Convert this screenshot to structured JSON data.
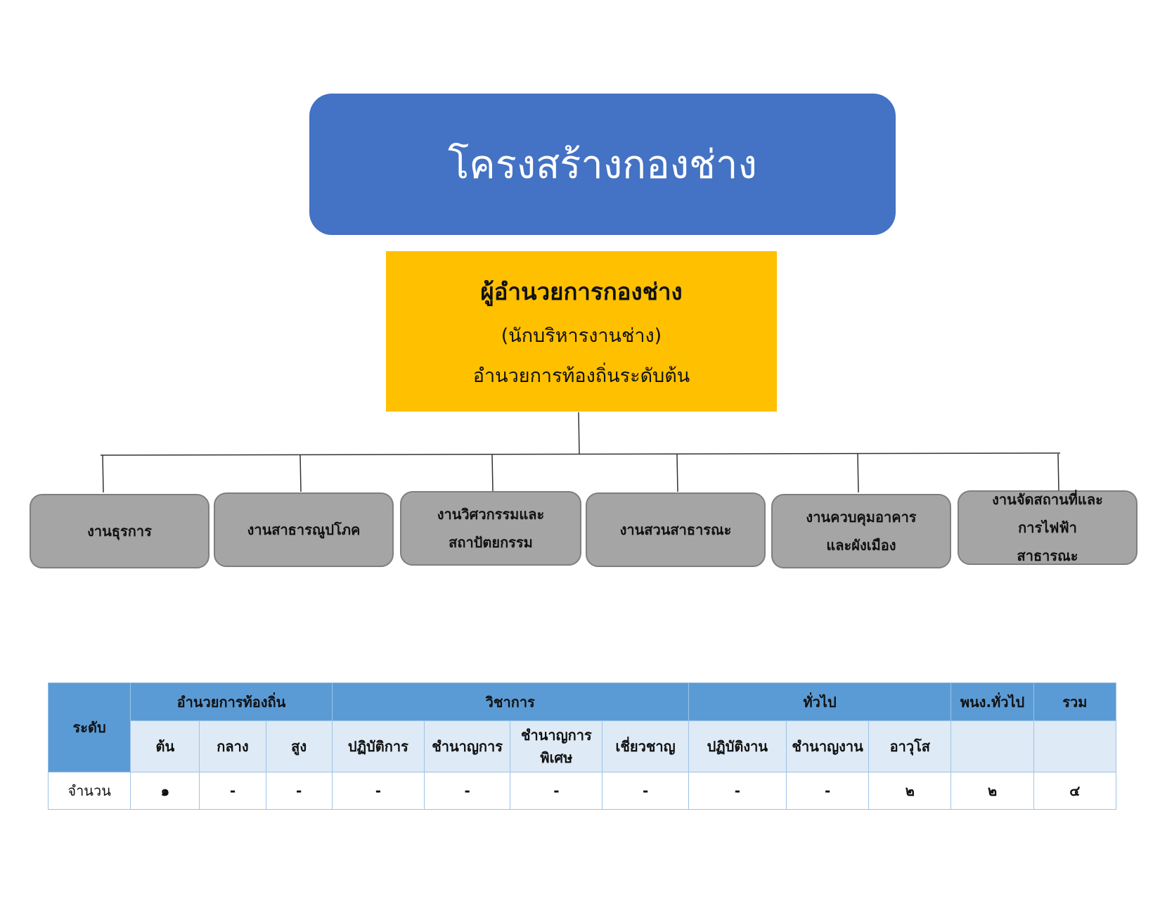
{
  "title": "โครงสร้างกองช่าง",
  "head": {
    "position": "ผู้อำนวยการกองช่าง",
    "line_title": "(นักบริหารงานช่าง)",
    "level": "อำนวยการท้องถิ่นระดับต้น"
  },
  "units": [
    "งานธุรการ",
    "งานสาธารณูปโภค",
    "งานวิศวกรรมและสถาปัตยกรรม",
    "งานสวนสาธารณะ",
    "งานควบคุมอาคารและผังเมือง",
    "งานจัดสถานที่และการไฟฟ้าสาธารณะ"
  ],
  "table": {
    "corner": "ระดับ",
    "groups": {
      "admin": "อำนวยการท้องถิ่น",
      "academic": "วิชาการ",
      "general": "ทั่วไป",
      "employee": "พนง.ทั่วไป",
      "total": "รวม"
    },
    "sub": {
      "admin_low": "ต้น",
      "admin_mid": "กลาง",
      "admin_high": "สูง",
      "acad_1": "ปฏิบัติการ",
      "acad_2": "ชำนาญการ",
      "acad_3": "ชำนาญการพิเศษ",
      "acad_4": "เชี่ยวชาญ",
      "gen_1": "ปฏิบัติงาน",
      "gen_2": "ชำนาญงาน",
      "gen_3": "อาวุโส"
    },
    "row_label": "จำนวน",
    "values": [
      "๑",
      "-",
      "-",
      "-",
      "-",
      "-",
      "-",
      "-",
      "-",
      "๒",
      "๒",
      "๔"
    ]
  }
}
